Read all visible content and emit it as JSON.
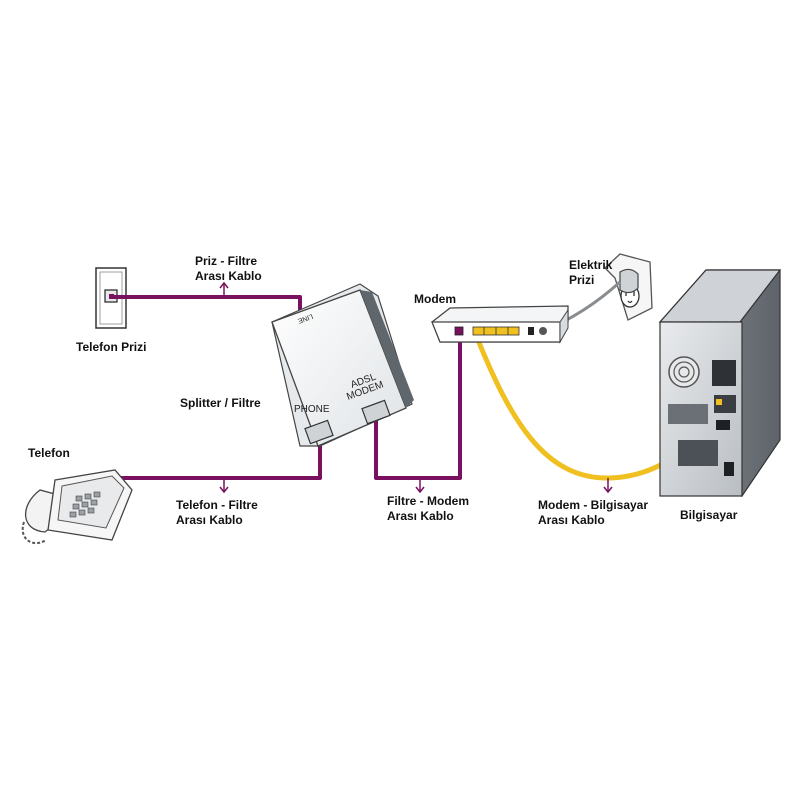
{
  "colors": {
    "cable_purple": "#7a1060",
    "cable_yellow": "#f0c020",
    "device_grey": "#b8bcc0",
    "label_text": "#111111"
  },
  "labels": {
    "telefon_prizi": "Telefon Prizi",
    "priz_filtre_line1": "Priz - Filtre",
    "priz_filtre_line2": "Arası Kablo",
    "splitter": "Splitter / Filtre",
    "telefon": "Telefon",
    "telefon_filtre_line1": "Telefon - Filtre",
    "telefon_filtre_line2": "Arası Kablo",
    "filtre_modem_line1": "Filtre - Modem",
    "filtre_modem_line2": "Arası Kablo",
    "modem": "Modem",
    "elektrik_line1": "Elektrik",
    "elektrik_line2": "Prizi",
    "modem_bilgisayar_line1": "Modem - Bilgisayar",
    "modem_bilgisayar_line2": "Arası Kablo",
    "bilgisayar": "Bilgisayar"
  },
  "splitter_ports": {
    "line": "LINE",
    "phone": "PHONE",
    "adsl": "ADSL",
    "modem": "MODEM"
  }
}
